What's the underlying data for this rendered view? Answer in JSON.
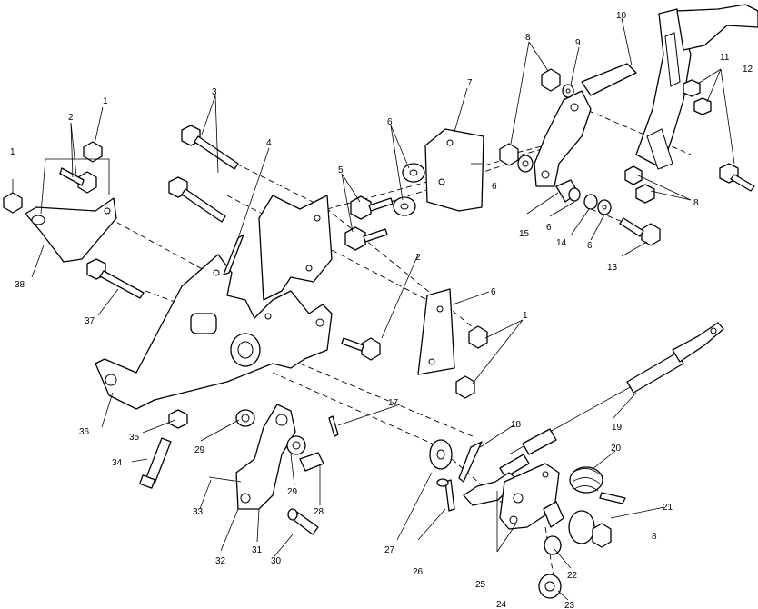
{
  "callouts": [
    {
      "id": "c1a",
      "text": "1"
    },
    {
      "id": "c1b",
      "text": "1"
    },
    {
      "id": "c1c",
      "text": "1"
    },
    {
      "id": "c2a",
      "text": "2"
    },
    {
      "id": "c2b",
      "text": "2"
    },
    {
      "id": "c3",
      "text": "3"
    },
    {
      "id": "c4",
      "text": "4"
    },
    {
      "id": "c5",
      "text": "5"
    },
    {
      "id": "c6a",
      "text": "6"
    },
    {
      "id": "c6b",
      "text": "6"
    },
    {
      "id": "c6c",
      "text": "6"
    },
    {
      "id": "c6d",
      "text": "6"
    },
    {
      "id": "c6e",
      "text": "6"
    },
    {
      "id": "c7",
      "text": "7"
    },
    {
      "id": "c8a",
      "text": "8"
    },
    {
      "id": "c8b",
      "text": "8"
    },
    {
      "id": "c8c",
      "text": "8"
    },
    {
      "id": "c9",
      "text": "9"
    },
    {
      "id": "c10",
      "text": "10"
    },
    {
      "id": "c11",
      "text": "11"
    },
    {
      "id": "c12",
      "text": "12"
    },
    {
      "id": "c13",
      "text": "13"
    },
    {
      "id": "c14",
      "text": "14"
    },
    {
      "id": "c15",
      "text": "15"
    },
    {
      "id": "c17",
      "text": "17"
    },
    {
      "id": "c18",
      "text": "18"
    },
    {
      "id": "c19",
      "text": "19"
    },
    {
      "id": "c20",
      "text": "20"
    },
    {
      "id": "c21",
      "text": "21"
    },
    {
      "id": "c22",
      "text": "22"
    },
    {
      "id": "c23",
      "text": "23"
    },
    {
      "id": "c24",
      "text": "24"
    },
    {
      "id": "c25",
      "text": "25"
    },
    {
      "id": "c26",
      "text": "26"
    },
    {
      "id": "c27",
      "text": "27"
    },
    {
      "id": "c28",
      "text": "28"
    },
    {
      "id": "c29a",
      "text": "29"
    },
    {
      "id": "c29b",
      "text": "29"
    },
    {
      "id": "c30",
      "text": "30"
    },
    {
      "id": "c31",
      "text": "31"
    },
    {
      "id": "c32",
      "text": "32"
    },
    {
      "id": "c33",
      "text": "33"
    },
    {
      "id": "c34",
      "text": "34"
    },
    {
      "id": "c35",
      "text": "35"
    },
    {
      "id": "c36",
      "text": "36"
    },
    {
      "id": "c37",
      "text": "37"
    },
    {
      "id": "c38",
      "text": "38"
    }
  ]
}
